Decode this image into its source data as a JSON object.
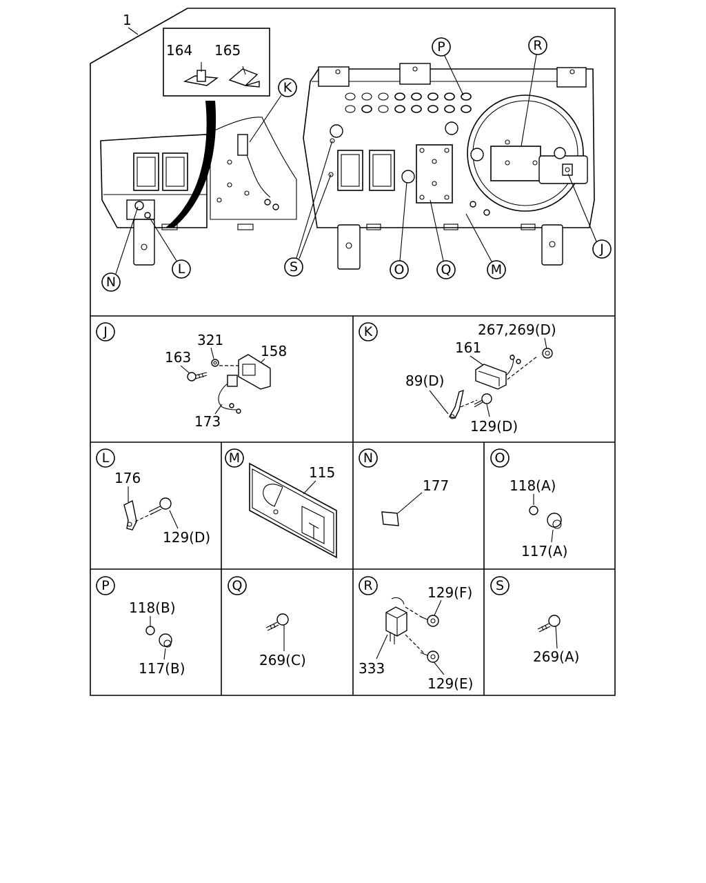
{
  "main": {
    "assembly_label": "1",
    "inset_labels": [
      "164",
      "165"
    ],
    "callouts": [
      "K",
      "P",
      "R",
      "N",
      "L",
      "S",
      "O",
      "Q",
      "M",
      "J"
    ]
  },
  "details": {
    "J": {
      "letter": "J",
      "labels": [
        "321",
        "163",
        "158",
        "173"
      ]
    },
    "K": {
      "letter": "K",
      "labels": [
        "267,269(D)",
        "161",
        "89(D)",
        "129(D)"
      ]
    },
    "L": {
      "letter": "L",
      "labels": [
        "176",
        "129(D)"
      ]
    },
    "M": {
      "letter": "M",
      "labels": [
        "115"
      ]
    },
    "N": {
      "letter": "N",
      "labels": [
        "177"
      ]
    },
    "O": {
      "letter": "O",
      "labels": [
        "118(A)",
        "117(A)"
      ]
    },
    "P": {
      "letter": "P",
      "labels": [
        "118(B)",
        "117(B)"
      ]
    },
    "Q": {
      "letter": "Q",
      "labels": [
        "269(C)"
      ]
    },
    "R": {
      "letter": "R",
      "labels": [
        "129(F)",
        "333",
        "129(E)"
      ]
    },
    "S": {
      "letter": "S",
      "labels": [
        "269(A)"
      ]
    }
  }
}
